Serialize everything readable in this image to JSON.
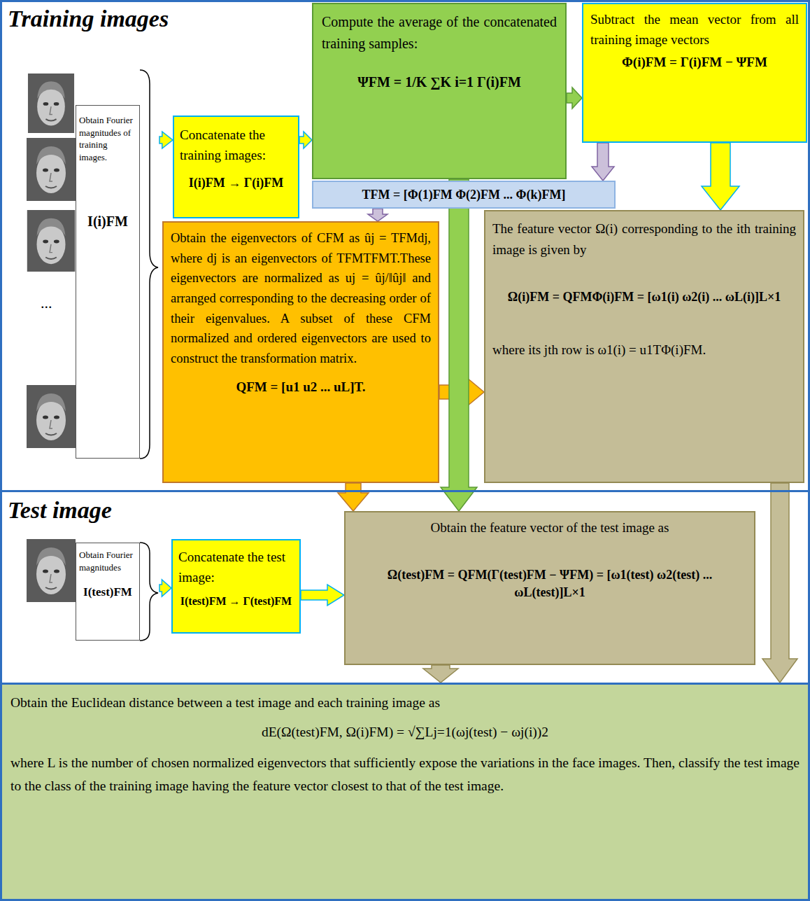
{
  "diagram": {
    "nodes": [
      {
        "text": [
          "Training images"
        ]
      },
      {
        "text": [
          "Obtain Fourier magnitudes of training images.",
          "I(i)FM"
        ],
        "in": 0
      },
      {
        "text": [
          "Concatenate the training images:",
          "I(i)FM → Γ(i)FM"
        ],
        "in": 0
      },
      {
        "text": [
          "Compute the average of the concatenated training samples:",
          "ΨFM = 1/K ∑K i=1 Γ(i)FM"
        ],
        "in": 0
      },
      {
        "text": [
          "Subtract the mean vector from all training image vectors",
          "Φ(i)FM = Γ(i)FM − ΨFM"
        ],
        "in": 0
      },
      {
        "text": [
          "TFM = [Φ(1)FM Φ(2)FM ... Φ(k)FM]"
        ],
        "in": 0
      },
      {
        "text": [
          "Obtain the eigenvectors of CFM as ûj = TFMdj, where dj is an eigenvectors of TFMTFMT.These eigenvectors are normalized as uj = ûj/‖ûj‖ and arranged corresponding to the decreasing order of their eigenvalues. A subset of these CFM normalized and ordered eigenvectors are used to construct the transformation matrix.",
          "QFM = [u1 u2 ... uL]T."
        ],
        "in": 0
      },
      {
        "text": [
          "The feature vector Ω(i) corresponding to the ith training image is given by",
          "Ω(i)FM = QFMΦ(i)FM = [ω1(i) ω2(i) ... ωL(i)]L×1",
          "where its jth row is ω1(i) = u1TΦ(i)FM."
        ],
        "in": 0
      },
      {
        "text": [
          "Test image"
        ]
      },
      {
        "text": [
          "Obtain Fourier magnitudes",
          "I(test)FM"
        ],
        "in": 8
      },
      {
        "text": [
          "Concatenate the test image:",
          "I(test)FM → Γ(test)FM"
        ],
        "in": 8
      },
      {
        "text": [
          "Obtain the feature vector of the test image as",
          "Ω(test)FM = QFM(Γ(test)FM − ΨFM) = [ω1(test) ω2(test) ... ωL(test)]L×1"
        ],
        "in": 8
      },
      {
        "text": [
          "Obtain the Euclidean distance between a test image and each training image as",
          "dE(Ω(test)FM, Ω(i)FM) = √∑Lj=1(ωj(test) − ωj(i))2",
          "where L is the number of chosen normalized eigenvectors that sufficiently expose the variations in the face images. Then, classify the test image to the class of the training image having the feature vector closest to that of the test image."
        ]
      }
    ],
    "edges": [
      {
        "from": 1,
        "to": 2,
        "arrow": "to"
      },
      {
        "from": 2,
        "to": 3,
        "arrow": "to"
      },
      {
        "from": 3,
        "to": 4,
        "arrow": "to"
      },
      {
        "from": 4,
        "to": 5,
        "arrow": "to"
      },
      {
        "from": 5,
        "to": 6,
        "arrow": "to"
      },
      {
        "from": 4,
        "to": 7,
        "arrow": "to"
      },
      {
        "from": 6,
        "to": 7,
        "arrow": "to"
      },
      {
        "from": 3,
        "to": 11,
        "arrow": "to"
      },
      {
        "from": 6,
        "to": 11,
        "arrow": "to"
      },
      {
        "from": 9,
        "to": 10,
        "arrow": "to"
      },
      {
        "from": 10,
        "to": 11,
        "arrow": "to"
      },
      {
        "from": 11,
        "to": 12,
        "arrow": "to"
      },
      {
        "from": 7,
        "to": 12,
        "arrow": "to"
      }
    ],
    "labels": [
      "..."
    ]
  }
}
